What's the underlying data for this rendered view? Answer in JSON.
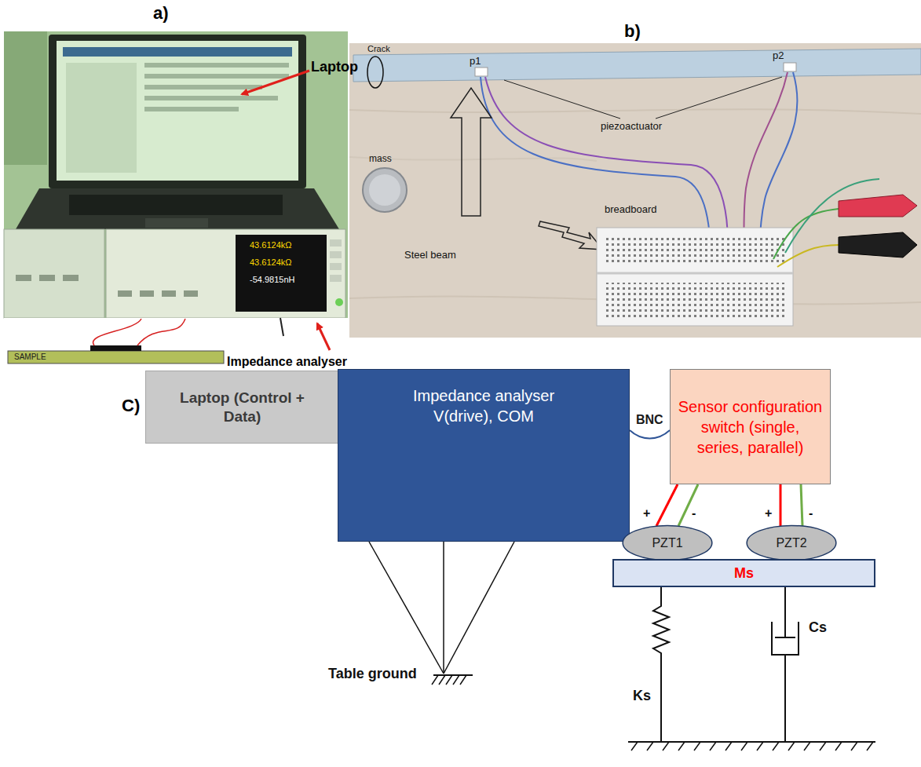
{
  "diagram": {
    "nodes": [
      {
        "text": [
          "Laptop (Control + Data)"
        ]
      },
      {
        "text": [
          "Impedance analyser V(drive), COM"
        ]
      },
      {
        "text": [
          "Sensor configuration switch (single, series, parallel)"
        ]
      },
      {
        "text": [
          "PZT1"
        ]
      },
      {
        "text": [
          "PZT2"
        ]
      },
      {
        "text": [
          "Ms"
        ]
      }
    ],
    "edges": [
      {
        "from": 1,
        "to": 2,
        "label": "BNC",
        "arrow": "none"
      },
      {
        "from": 2,
        "to": 3,
        "arrow": "none"
      },
      {
        "from": 2,
        "to": 4,
        "arrow": "none"
      }
    ],
    "labels": [
      "a)",
      "b)",
      "C)",
      "Laptop",
      "Impedance analyser",
      "SAMPLE",
      "43.6124kΩ",
      "43.6124kΩ",
      "-54.9815nH",
      "Crack",
      "p1",
      "p2",
      "mass",
      "piezoactuator",
      "Steel beam",
      "breadboard",
      "+",
      "-",
      "+",
      "-",
      "Table ground",
      "Ks",
      "Cs"
    ]
  }
}
